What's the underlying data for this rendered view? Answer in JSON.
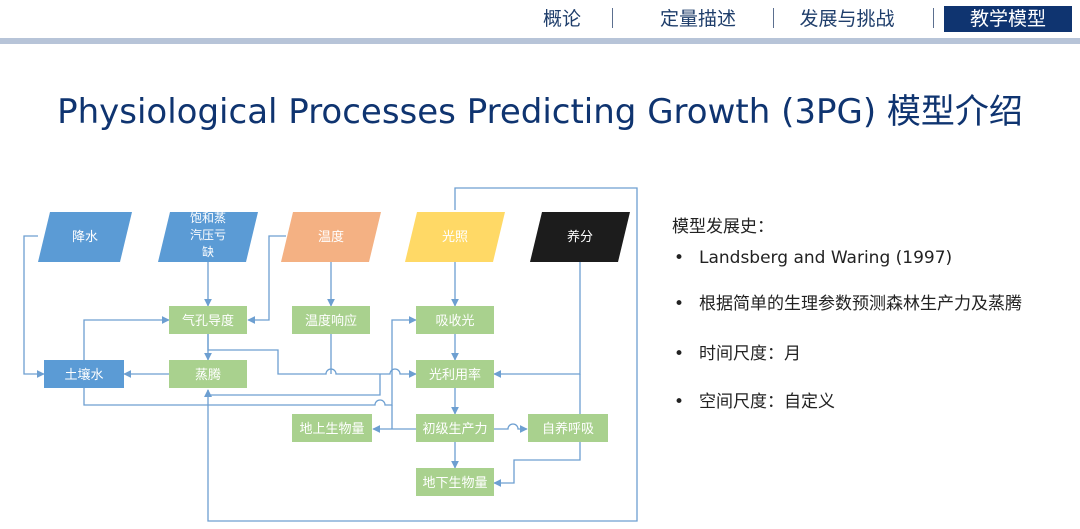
{
  "nav": {
    "items": [
      {
        "label": "概论"
      },
      {
        "label": "定量描述"
      },
      {
        "label": "发展与挑战"
      },
      {
        "label": "教学模型"
      }
    ],
    "active_index": 3
  },
  "title": "Physiological Processes Predicting Growth (3PG) 模型介绍",
  "diagram": {
    "inputs": {
      "rain": "降水",
      "vpd_line1": "饱和蒸",
      "vpd_line2": "汽压亏",
      "vpd_line3": "缺",
      "temperature": "温度",
      "light": "光照",
      "nutrients": "养分"
    },
    "processes": {
      "stomatal": "气孔导度",
      "temp_response": "温度响应",
      "absorbed_light": "吸收光",
      "soil_water": "土壤水",
      "transpiration": "蒸腾",
      "light_use": "光利用率",
      "aboveground": "地上生物量",
      "gpp": "初级生产力",
      "autotrophic": "自养呼吸",
      "belowground": "地下生物量"
    },
    "colors": {
      "blue": "#5b9bd5",
      "orange": "#f4b183",
      "yellow": "#ffd966",
      "black": "#1c1c1c",
      "green": "#a9d18e",
      "line": "#6d9fd1"
    }
  },
  "notes": {
    "heading": "模型发展史：",
    "bullet": "•",
    "items": [
      "Landsberg and Waring (1997)",
      "根据简单的生理参数预测森林生产力及蒸腾",
      "时间尺度：月",
      "空间尺度：自定义"
    ]
  }
}
